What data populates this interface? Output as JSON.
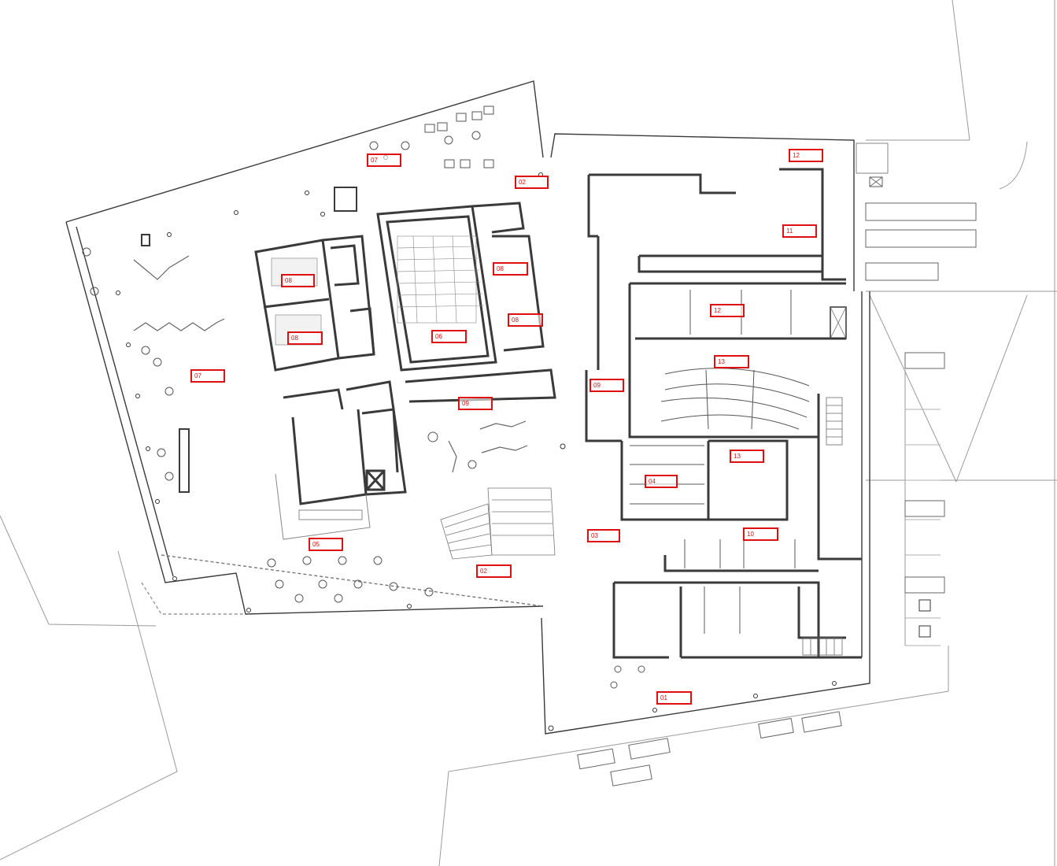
{
  "drawing": {
    "labels": [
      {
        "id": "l01",
        "text": "01"
      },
      {
        "id": "l02a",
        "text": "02"
      },
      {
        "id": "l02b",
        "text": "02"
      },
      {
        "id": "l03",
        "text": "03"
      },
      {
        "id": "l04",
        "text": "04"
      },
      {
        "id": "l05",
        "text": "05"
      },
      {
        "id": "l06",
        "text": "06"
      },
      {
        "id": "l07a",
        "text": "07"
      },
      {
        "id": "l07b",
        "text": "07"
      },
      {
        "id": "l08a",
        "text": "08"
      },
      {
        "id": "l08b",
        "text": "08"
      },
      {
        "id": "l08c",
        "text": "08"
      },
      {
        "id": "l08d",
        "text": "08"
      },
      {
        "id": "l09a",
        "text": "09"
      },
      {
        "id": "l09b",
        "text": "09"
      },
      {
        "id": "l10",
        "text": "10"
      },
      {
        "id": "l11",
        "text": "11"
      },
      {
        "id": "l12a",
        "text": "12"
      },
      {
        "id": "l12b",
        "text": "12"
      },
      {
        "id": "l13a",
        "text": "13"
      },
      {
        "id": "l13b",
        "text": "13"
      }
    ]
  },
  "colors": {
    "line": "#3a3a3a",
    "thin": "#9a9a9a",
    "label": "#e01010"
  },
  "icons": [
    "accessible-parking-icon",
    "car-icon",
    "truck-icon",
    "table-icon",
    "stair-icon"
  ]
}
